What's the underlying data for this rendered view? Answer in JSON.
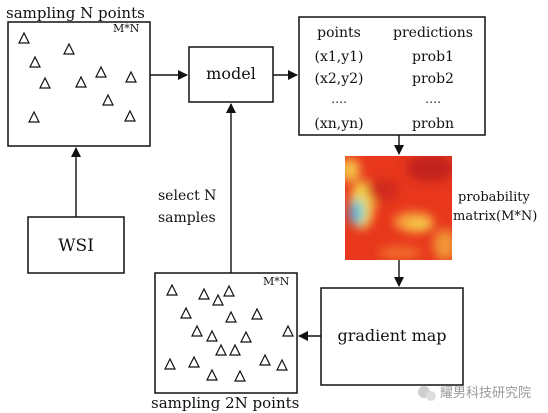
{
  "diagram": {
    "top_left_title": "sampling N points",
    "top_left_dims": "M*N",
    "model_label": "model",
    "wsi_label": "WSI",
    "select_line1": "select N",
    "select_line2": "samples",
    "table": {
      "header_points": "points",
      "header_predictions": "predictions",
      "rows": [
        {
          "point": "(x1,y1)",
          "prediction": "prob1"
        },
        {
          "point": "(x2,y2)",
          "prediction": "prob2"
        },
        {
          "point": "….",
          "prediction": "…."
        },
        {
          "point": "(xn,yn)",
          "prediction": "probn"
        }
      ]
    },
    "prob_matrix_line1": "probability",
    "prob_matrix_line2": "matrix(M*N)",
    "gradient_label": "gradient map",
    "bottom_dims": "M*N",
    "bottom_title": "sampling 2N points",
    "watermark_text": "耀男科技研究院"
  }
}
